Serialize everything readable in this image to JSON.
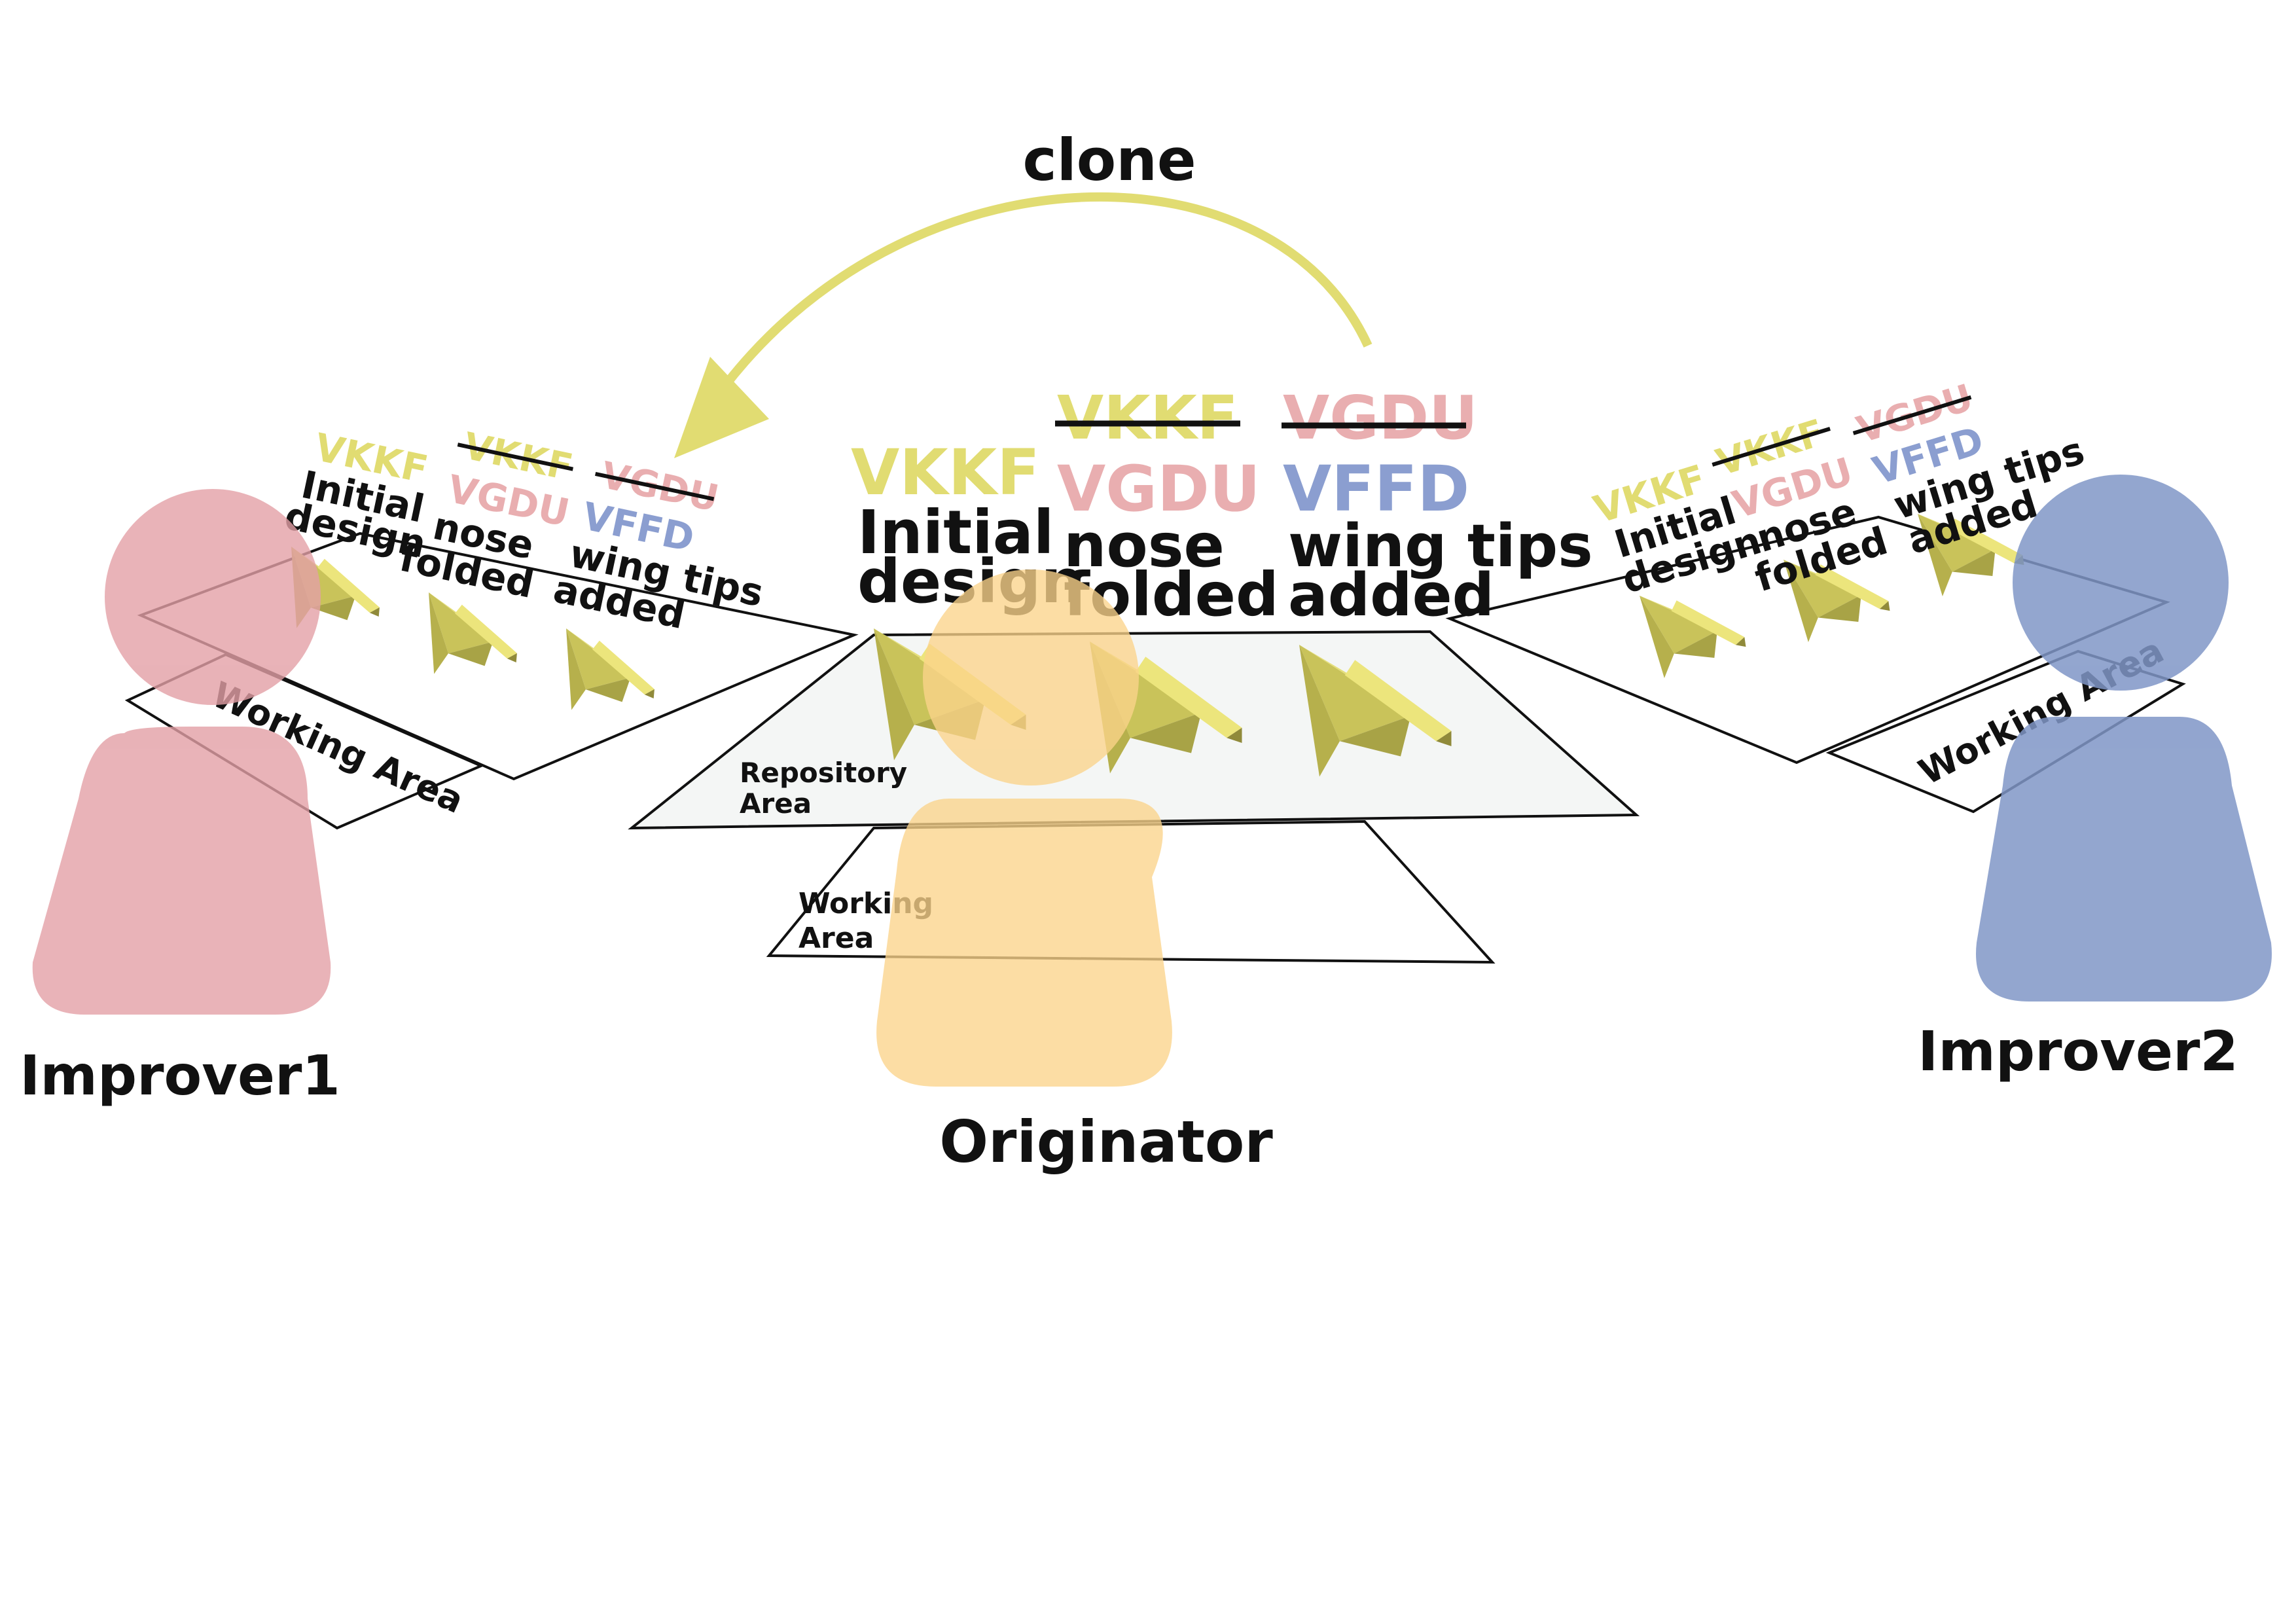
{
  "colors": {
    "improver1": "#e3a0a6",
    "originator": "#fbd48b",
    "improver2": "#8096c7",
    "vkkf": "#e1dc72",
    "vgdu": "#e9aeb0",
    "vffd": "#8b9ed0",
    "plane": "#dcd76a",
    "arrow": "#e1dc72",
    "repository_fill": "#f4f6f5"
  },
  "arrow": {
    "label": "clone"
  },
  "people": {
    "improver1": {
      "label": "Improver1"
    },
    "originator": {
      "label": "Originator"
    },
    "improver2": {
      "label": "Improver2"
    }
  },
  "areas": {
    "left_working": "Working Area",
    "repo": [
      "Repository",
      "Area"
    ],
    "center_working": [
      "Working",
      "Area"
    ],
    "right_working": "Working Area"
  },
  "versions": {
    "center": [
      {
        "id": "VKKF",
        "struck": false,
        "lines": [
          "Initial",
          "design"
        ]
      },
      {
        "id": "VKKF",
        "struck": true,
        "id2": "VGDU",
        "lines": [
          "nose",
          "folded"
        ]
      },
      {
        "id": "VGDU",
        "struck": true,
        "id2": "VFFD",
        "lines": [
          "wing tips",
          "added"
        ]
      }
    ],
    "left": [
      {
        "id": "VKKF",
        "lines": [
          "Initial",
          "design"
        ]
      },
      {
        "id": "VKKF",
        "id2": "VGDU",
        "lines": [
          "nose",
          "folded"
        ]
      },
      {
        "id": "VGDU",
        "id2": "VFFD",
        "lines": [
          "wing tips",
          "added"
        ]
      }
    ],
    "right": [
      {
        "id": "VKKF",
        "lines": [
          "Initial",
          "design"
        ]
      },
      {
        "id": "VKKF",
        "id2": "VGDU",
        "lines": [
          "nose",
          "folded"
        ]
      },
      {
        "id": "VGDU",
        "id2": "VFFD",
        "lines": [
          "wing tips",
          "added"
        ]
      }
    ]
  }
}
